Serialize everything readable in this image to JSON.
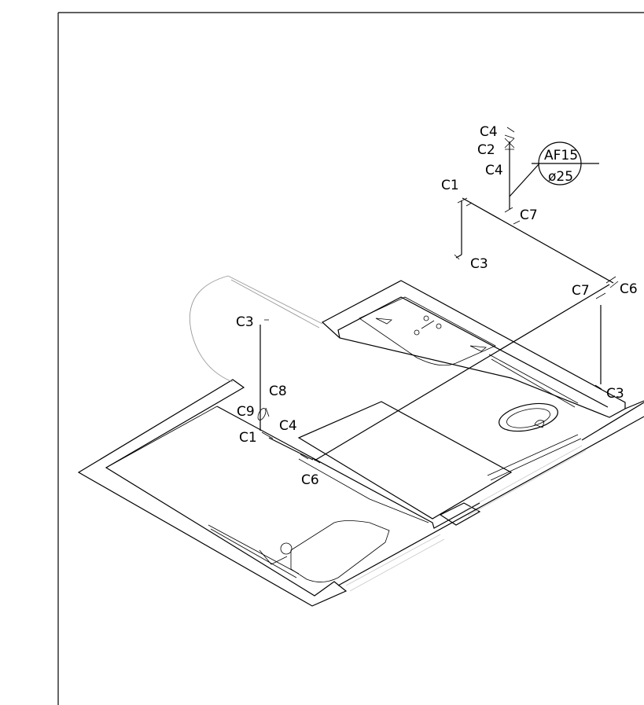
{
  "drawing": {
    "labels": {
      "top_c4": "C4",
      "top_c2": "C2",
      "mid_c4": "C4",
      "c1_top": "C1",
      "c7_top": "C7",
      "c3_top": "C3",
      "c7_right": "C7",
      "c6_right": "C6",
      "c3_left": "C3",
      "c8": "C8",
      "c9": "C9",
      "c4_left": "C4",
      "c1_left": "C1",
      "c6_bottom": "C6",
      "c3_right": "C3"
    },
    "callout": {
      "pipe_id": "AF15",
      "diameter": "ø25"
    }
  }
}
